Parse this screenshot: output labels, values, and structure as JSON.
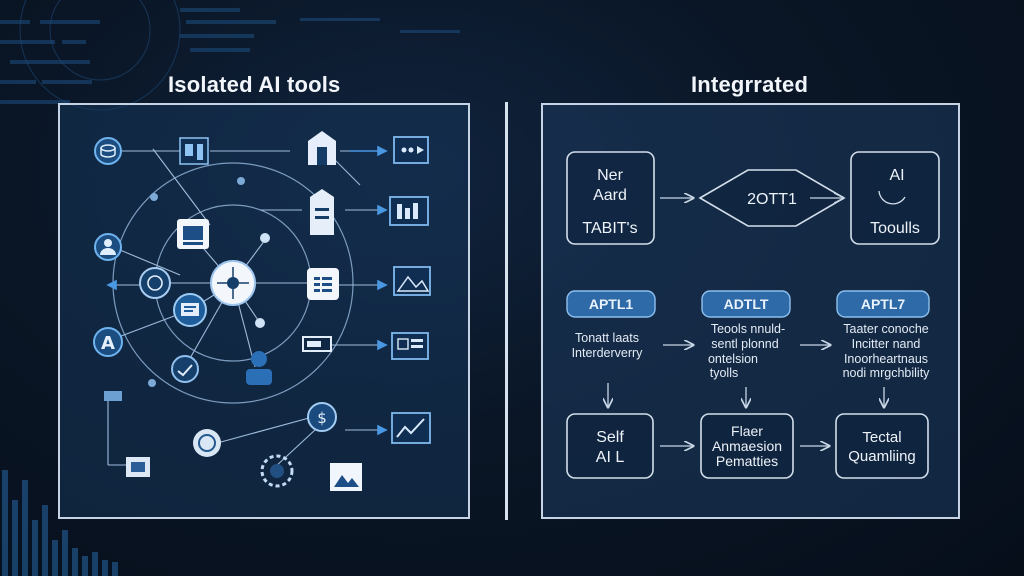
{
  "left": {
    "heading": "Isolated AI tools"
  },
  "right": {
    "heading": "Integrrated",
    "top_row": [
      {
        "lines": [
          "Ner",
          "Aard",
          "TABIT's"
        ]
      },
      {
        "lines": [
          "2OTT1"
        ]
      },
      {
        "lines": [
          "AI",
          "Tooulls"
        ]
      }
    ],
    "phases": [
      {
        "pill": "APTL1",
        "desc": [
          "Tonatt laats",
          "Interderverry"
        ]
      },
      {
        "pill": "ADTLT",
        "desc": [
          "Teools nnuld-",
          "sentl plonnd",
          "ontelsion",
          "tyolls"
        ]
      },
      {
        "pill": "APTL7",
        "desc": [
          "Taater conoche",
          "Incitter nand",
          "Inoorheartnaus",
          "nodi mrgchbility"
        ]
      }
    ],
    "bottom_row": [
      {
        "lines": [
          "Self",
          "AI L"
        ]
      },
      {
        "lines": [
          "Flaer",
          "Anmaesion",
          "Pematties"
        ]
      },
      {
        "lines": [
          "Tectal",
          "Quamliing"
        ]
      }
    ]
  },
  "colors": {
    "accent": "#3a8fe0",
    "panel_border": "#c5d3e4",
    "node_border": "#d5e0ec",
    "pill_fill": "#2e6aa8"
  },
  "icons": [
    "database-icon",
    "document-icon",
    "shield-icon",
    "video-icon",
    "user-icon",
    "server-icon",
    "list-icon",
    "image-frame-icon",
    "network-icon",
    "hub-icon",
    "media-icon",
    "letter-a-icon",
    "chip-icon",
    "assistant-icon",
    "battery-icon",
    "report-icon",
    "cloud-icon",
    "brain-icon",
    "gear-icon",
    "dollar-icon",
    "trend-chart-icon",
    "mountain-image-icon",
    "circuit-icon",
    "sparkle-icon"
  ]
}
